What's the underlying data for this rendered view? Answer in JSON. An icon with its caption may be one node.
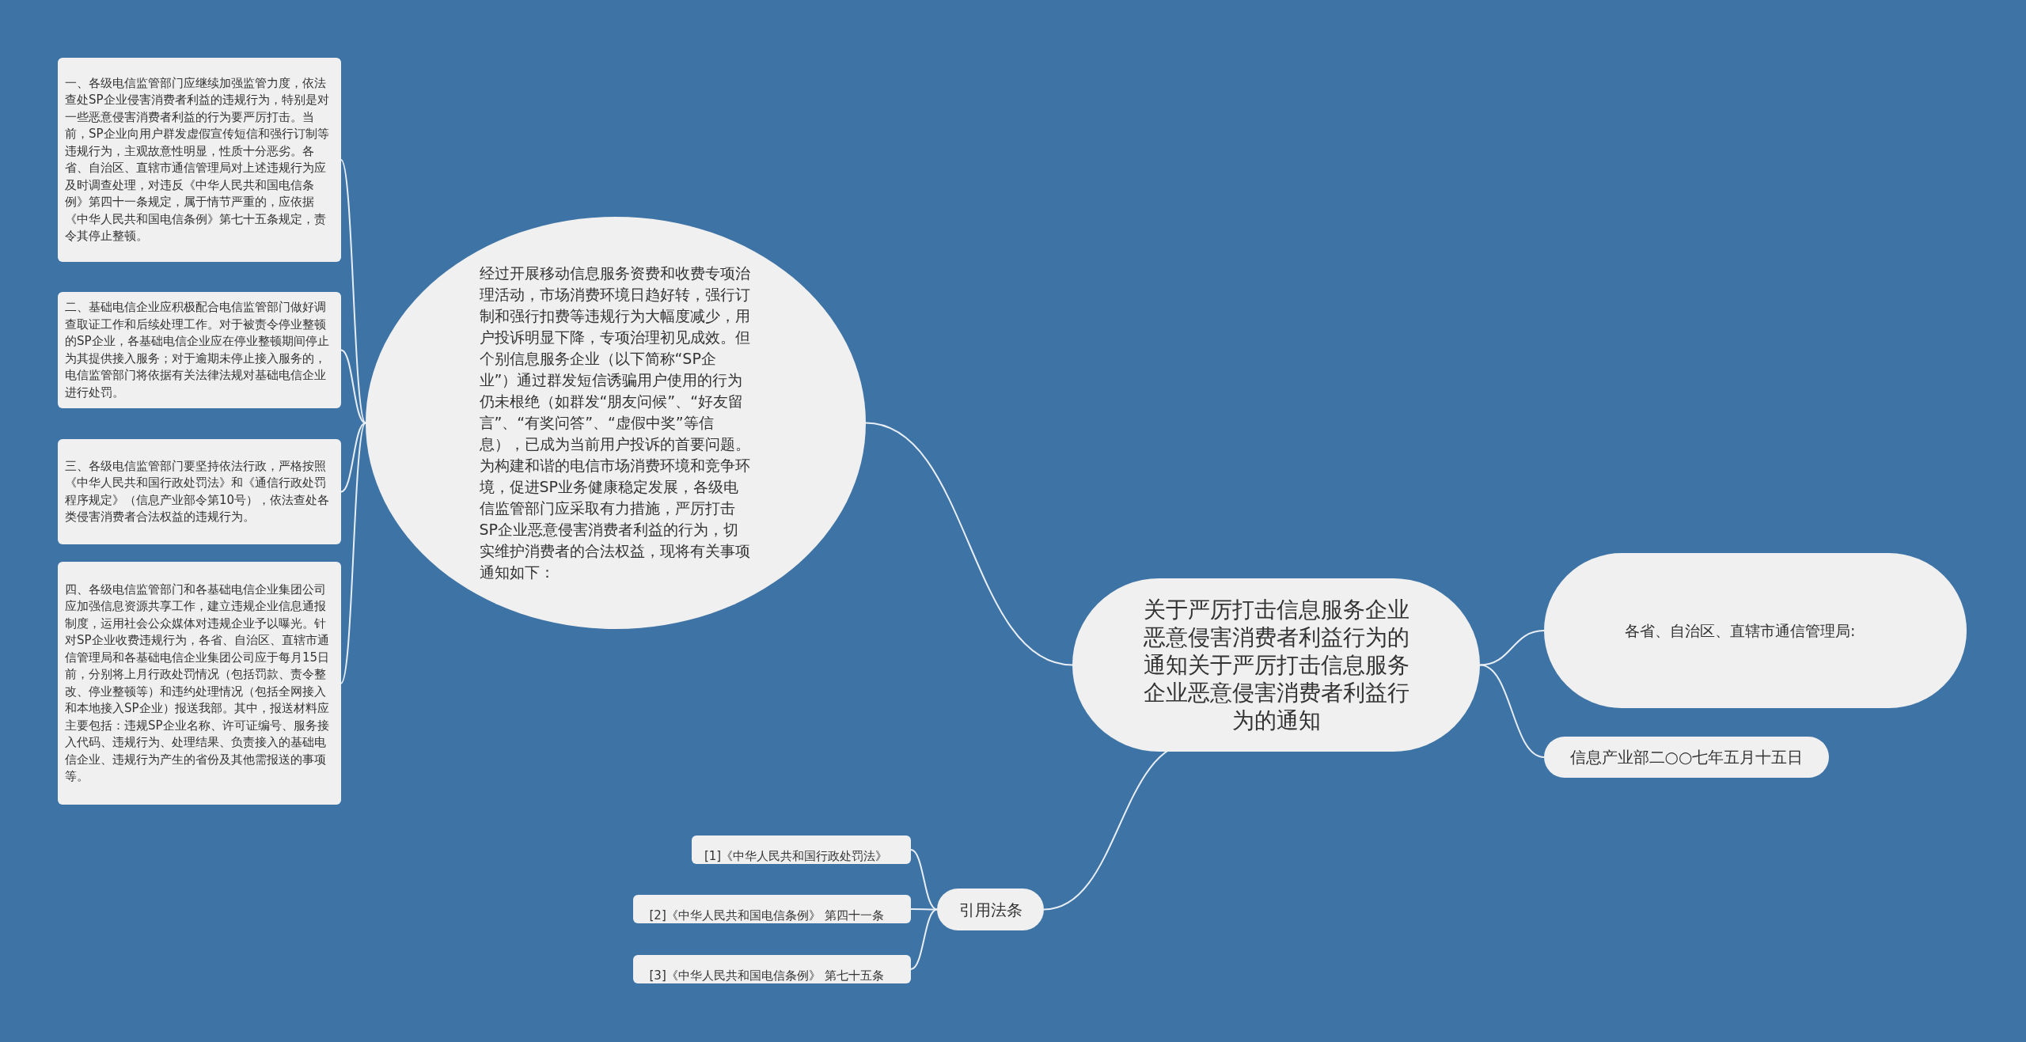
{
  "diagram": {
    "nodes": [
      {
        "text": [
          "关于严厉打击信息服务企业恶意侵害消费者利益行为的通知关于严厉打击信息服务企业恶意侵害消费者利益行为的通知"
        ]
      },
      {
        "text": [
          "经过开展移动信息服务资费和收费专项治理活动，市场消费环境日趋好转，强行订制和强行扣费等违规行为大幅度减少，用户投诉明显下降，专项治理初见成效。但个别信息服务企业（以下简称“SP企业”）通过群发短信诱骗用户使用的行为仍未根绝（如群发“朋友问候”、“好友留言”、“有奖问答”、“虚假中奖”等信息），已成为当前用户投诉的首要问题。为构建和谐的电信市场消费环境和竞争环境，促进SP业务健康稳定发展，各级电信监管部门应采取有力措施，严厉打击SP企业恶意侵害消费者利益的行为，切实维护消费者的合法权益，现将有关事项通知如下："
        ]
      },
      {
        "text": [
          "一、各级电信监管部门应继续加强监管力度，依法查处SP企业侵害消费者利益的违规行为，特别是对一些恶意侵害消费者利益的行为要严厉打击。当前，SP企业向用户群发虚假宣传短信和强行订制等违规行为，主观故意性明显，性质十分恶劣。各省、自治区、直辖市通信管理局对上述违规行为应及时调查处理，对违反《中华人民共和国电信条例》第四十一条规定，属于情节严重的，应依据《中华人民共和国电信条例》第七十五条规定，责令其停止整顿。"
        ]
      },
      {
        "text": [
          "二、基础电信企业应积极配合电信监管部门做好调查取证工作和后续处理工作。对于被责令停业整顿的SP企业，各基础电信企业应在停业整顿期间停止为其提供接入服务；对于逾期未停止接入服务的，电信监管部门将依据有关法律法规对基础电信企业进行处罚。"
        ]
      },
      {
        "text": [
          "三、各级电信监管部门要坚持依法行政，严格按照《中华人民共和国行政处罚法》和《通信行政处罚程序规定》（信息产业部令第10号），依法查处各类侵害消费者合法权益的违规行为。"
        ]
      },
      {
        "text": [
          "四、各级电信监管部门和各基础电信企业集团公司应加强信息资源共享工作，建立违规企业信息通报制度，运用社会公众媒体对违规企业予以曝光。针对SP企业收费违规行为，各省、自治区、直辖市通信管理局和各基础电信企业集团公司应于每月15日前，分别将上月行政处罚情况（包括罚款、责令整改、停业整顿等）和违约处理情况（包括全网接入和本地接入SP企业）报送我部。其中，报送材料应主要包括：违规SP企业名称、许可证编号、服务接入代码、违规行为、处理结果、负责接入的基础电信企业、违规行为产生的省份及其他需报送的事项等。"
        ]
      },
      {
        "text": [
          "各省、自治区、直辖市通信管理局:"
        ]
      },
      {
        "text": [
          "信息产业部二○○七年五月十五日"
        ]
      },
      {
        "text": [
          "引用法条"
        ]
      },
      {
        "text": [
          "[1]《中华人民共和国行政处罚法》"
        ]
      },
      {
        "text": [
          "[2]《中华人民共和国电信条例》 第四十一条"
        ]
      },
      {
        "text": [
          "[3]《中华人民共和国电信条例》 第七十五条"
        ]
      }
    ],
    "edges": [
      {
        "from": 0,
        "to": 1,
        "arrow": "none"
      },
      {
        "from": 1,
        "to": 2,
        "arrow": "none"
      },
      {
        "from": 1,
        "to": 3,
        "arrow": "none"
      },
      {
        "from": 1,
        "to": 4,
        "arrow": "none"
      },
      {
        "from": 1,
        "to": 5,
        "arrow": "none"
      },
      {
        "from": 0,
        "to": 6,
        "arrow": "none"
      },
      {
        "from": 0,
        "to": 7,
        "arrow": "none"
      },
      {
        "from": 0,
        "to": 8,
        "arrow": "none"
      },
      {
        "from": 8,
        "to": 9,
        "arrow": "none"
      },
      {
        "from": 8,
        "to": 10,
        "arrow": "none"
      },
      {
        "from": 8,
        "to": 11,
        "arrow": "none"
      }
    ]
  }
}
